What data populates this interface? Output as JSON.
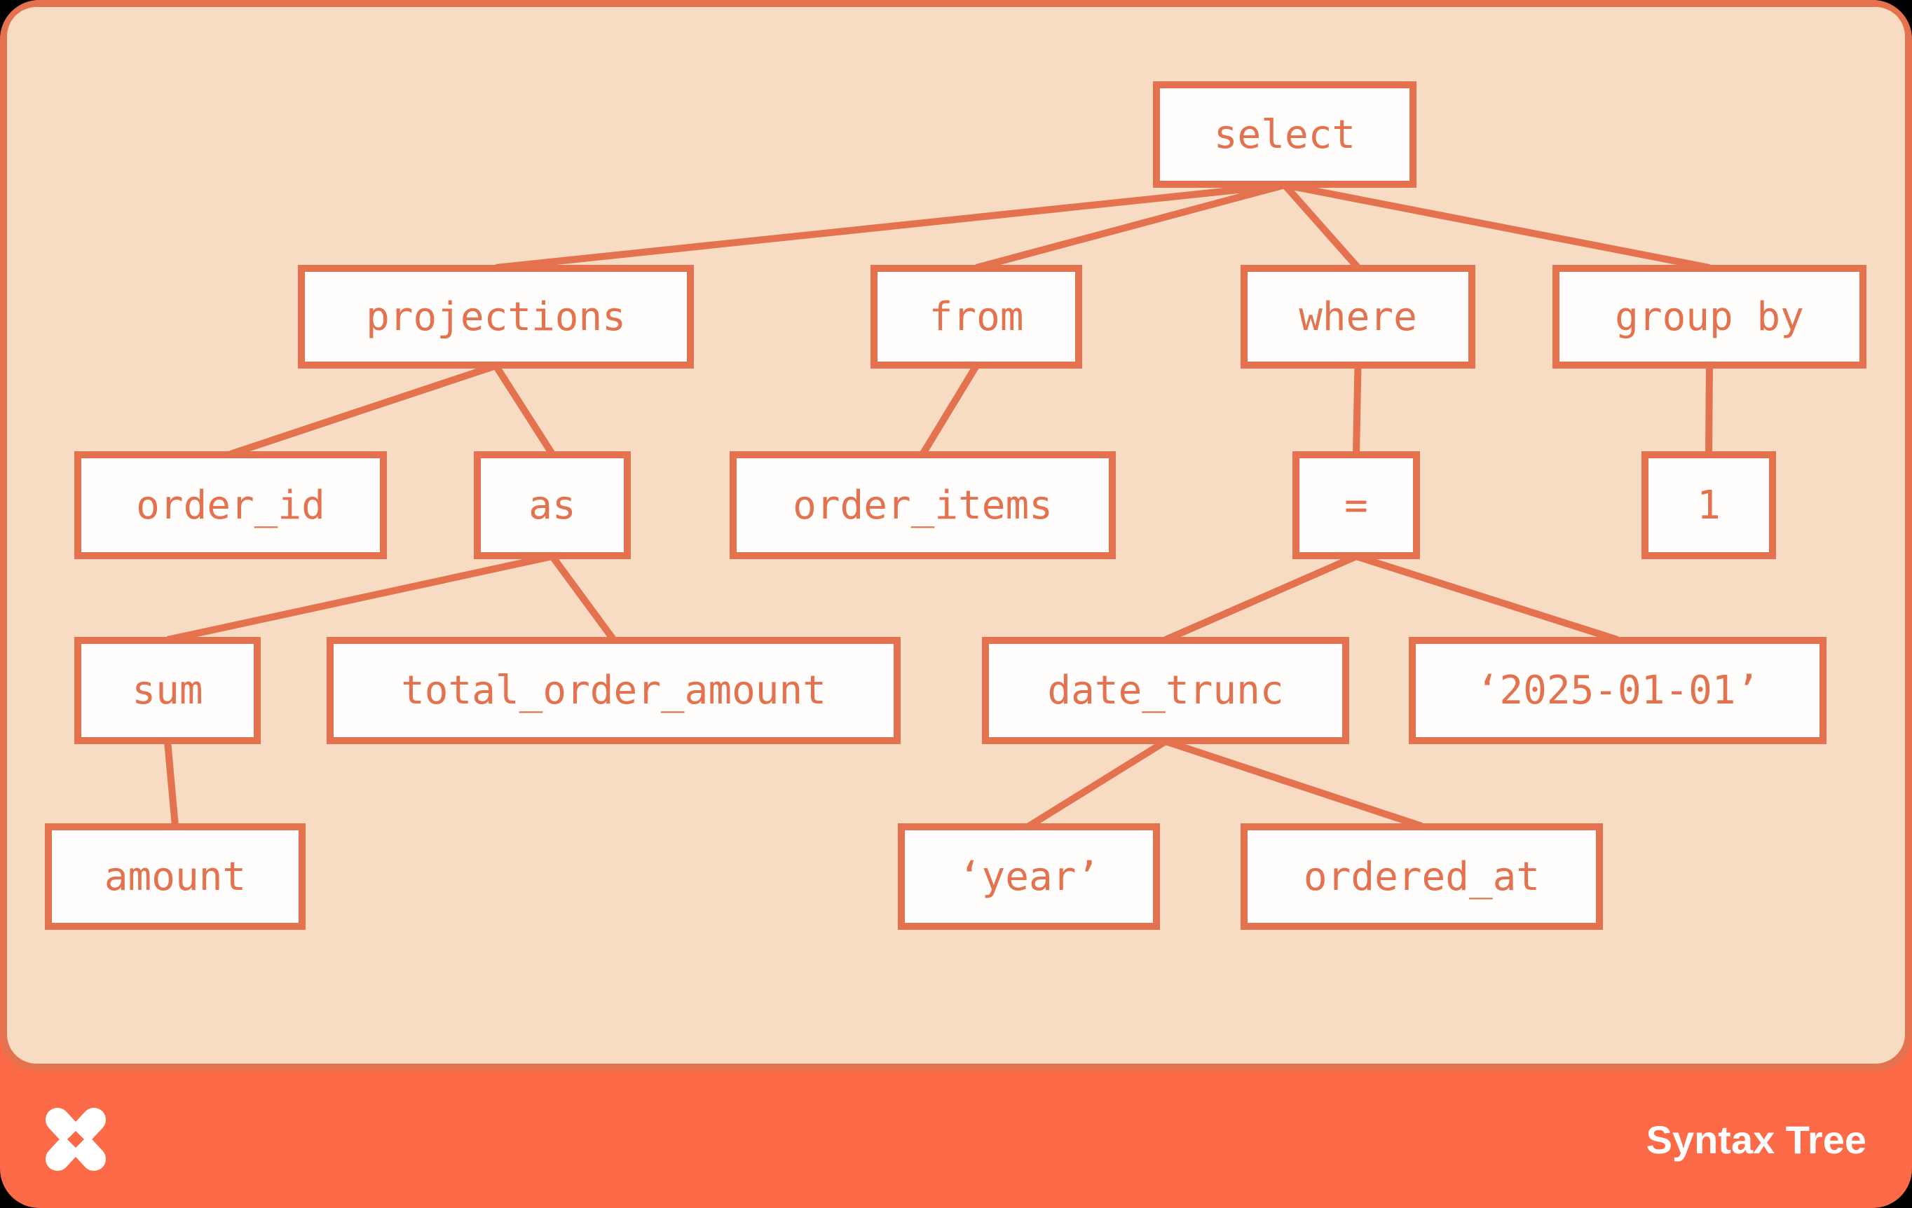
{
  "page": {
    "background_color": "#000000"
  },
  "panel": {
    "background_color": "#F8DBC3",
    "border_color": "#E4724F"
  },
  "footer": {
    "background_color": "#FD6A47",
    "label": "Syntax Tree",
    "text_color": "#FFFFFF",
    "logo_icon": "pinwheel-x-logo"
  },
  "tree": {
    "accent_color": "#E4724F",
    "node_background": "#FFFEFD",
    "nodes": [
      {
        "id": "select",
        "label": "select"
      },
      {
        "id": "projections",
        "label": "projections"
      },
      {
        "id": "from",
        "label": "from"
      },
      {
        "id": "where",
        "label": "where"
      },
      {
        "id": "group-by",
        "label": "group by"
      },
      {
        "id": "order-id",
        "label": "order_id"
      },
      {
        "id": "as",
        "label": "as"
      },
      {
        "id": "order-items",
        "label": "order_items"
      },
      {
        "id": "equals",
        "label": "="
      },
      {
        "id": "one",
        "label": "1"
      },
      {
        "id": "sum",
        "label": "sum"
      },
      {
        "id": "total-order-amount",
        "label": "total_order_amount"
      },
      {
        "id": "date-trunc",
        "label": "date_trunc"
      },
      {
        "id": "date-literal",
        "label": "‘2025-01-01’"
      },
      {
        "id": "amount",
        "label": "amount"
      },
      {
        "id": "year-literal",
        "label": "‘year’"
      },
      {
        "id": "ordered-at",
        "label": "ordered_at"
      }
    ],
    "edges": [
      {
        "from": "select",
        "to": "projections"
      },
      {
        "from": "select",
        "to": "from"
      },
      {
        "from": "select",
        "to": "where"
      },
      {
        "from": "select",
        "to": "group-by"
      },
      {
        "from": "projections",
        "to": "order-id"
      },
      {
        "from": "projections",
        "to": "as"
      },
      {
        "from": "from",
        "to": "order-items"
      },
      {
        "from": "where",
        "to": "equals"
      },
      {
        "from": "group-by",
        "to": "one"
      },
      {
        "from": "as",
        "to": "sum"
      },
      {
        "from": "as",
        "to": "total-order-amount"
      },
      {
        "from": "equals",
        "to": "date-trunc"
      },
      {
        "from": "equals",
        "to": "date-literal"
      },
      {
        "from": "sum",
        "to": "amount"
      },
      {
        "from": "date-trunc",
        "to": "year-literal"
      },
      {
        "from": "date-trunc",
        "to": "ordered-at"
      }
    ]
  }
}
